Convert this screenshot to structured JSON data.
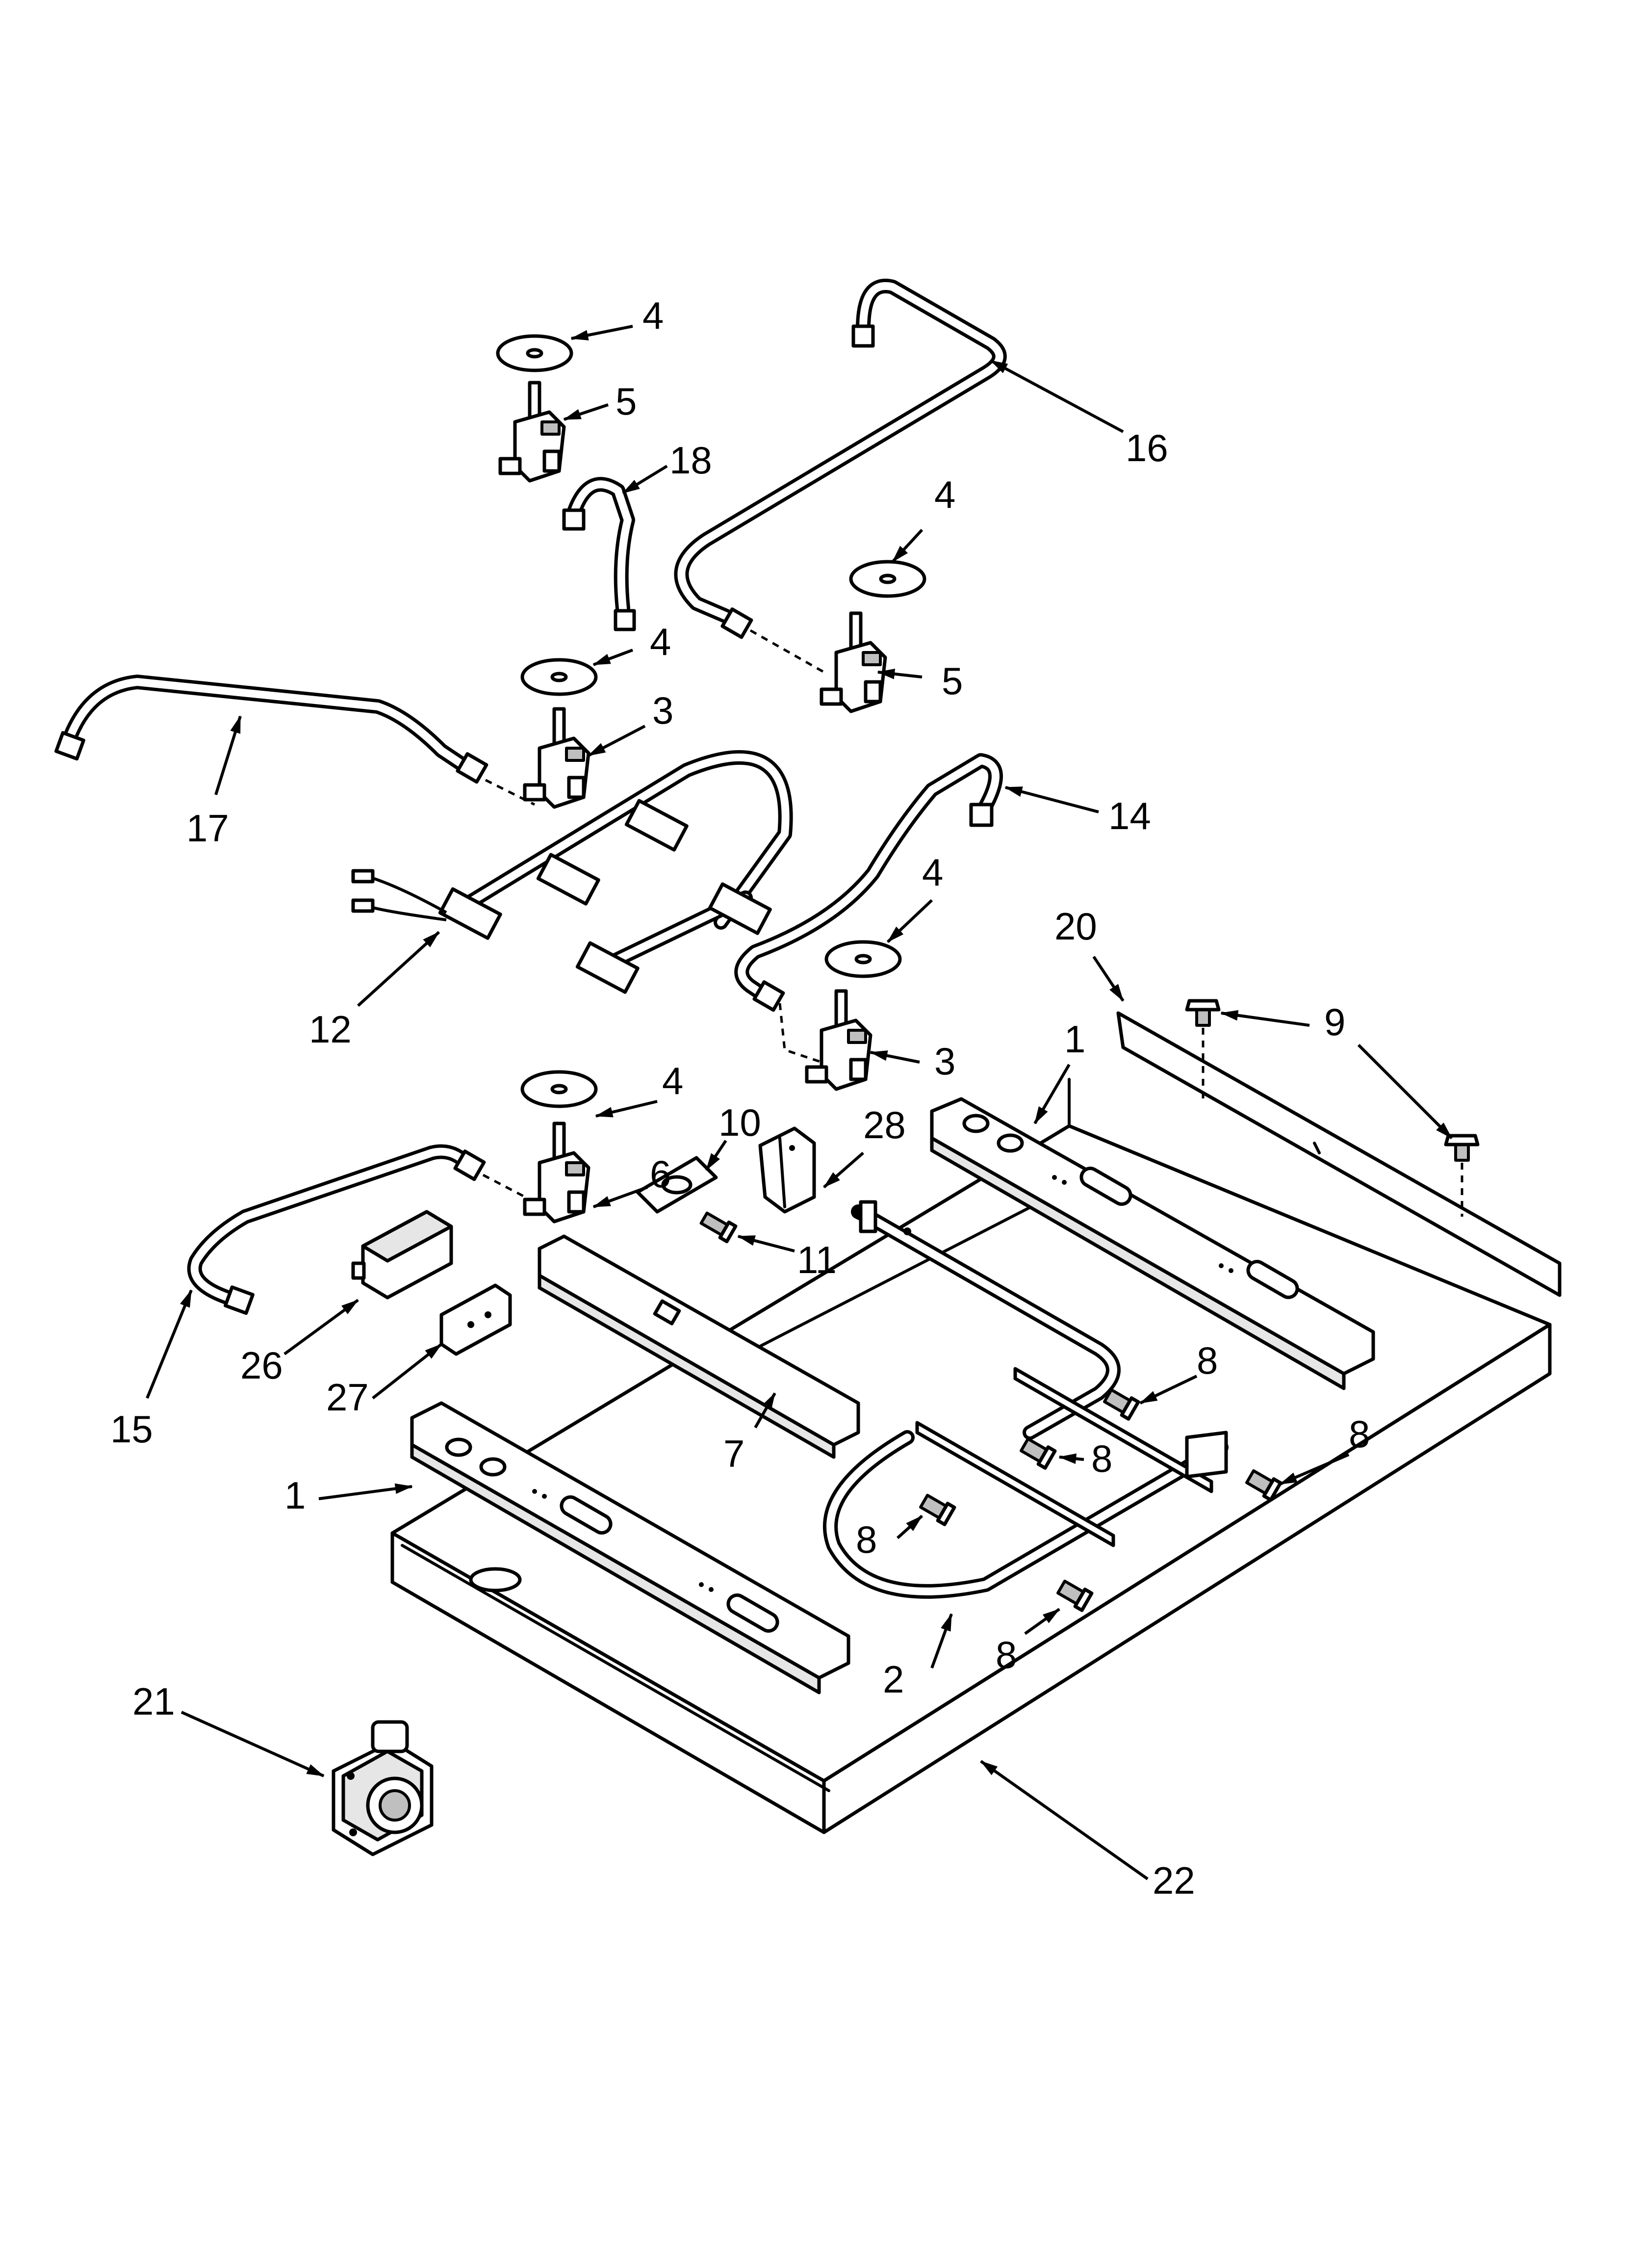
{
  "diagram": {
    "callouts": [
      {
        "id": "c4a",
        "label": "4"
      },
      {
        "id": "c5a",
        "label": "5"
      },
      {
        "id": "c18",
        "label": "18"
      },
      {
        "id": "c16",
        "label": "16"
      },
      {
        "id": "c4b",
        "label": "4"
      },
      {
        "id": "c5b",
        "label": "5"
      },
      {
        "id": "c4c",
        "label": "4"
      },
      {
        "id": "c3a",
        "label": "3"
      },
      {
        "id": "c17",
        "label": "17"
      },
      {
        "id": "c14",
        "label": "14"
      },
      {
        "id": "c4d",
        "label": "4"
      },
      {
        "id": "c12",
        "label": "12"
      },
      {
        "id": "c20",
        "label": "20"
      },
      {
        "id": "c9",
        "label": "9"
      },
      {
        "id": "c1a",
        "label": "1"
      },
      {
        "id": "c3b",
        "label": "3"
      },
      {
        "id": "c4e",
        "label": "4"
      },
      {
        "id": "c10",
        "label": "10"
      },
      {
        "id": "c28",
        "label": "28"
      },
      {
        "id": "c6",
        "label": "6"
      },
      {
        "id": "c11",
        "label": "11"
      },
      {
        "id": "c8a",
        "label": "8"
      },
      {
        "id": "c8b",
        "label": "8"
      },
      {
        "id": "c8c",
        "label": "8"
      },
      {
        "id": "c8d",
        "label": "8"
      },
      {
        "id": "c8e",
        "label": "8"
      },
      {
        "id": "c26",
        "label": "26"
      },
      {
        "id": "c27",
        "label": "27"
      },
      {
        "id": "c15",
        "label": "15"
      },
      {
        "id": "c7",
        "label": "7"
      },
      {
        "id": "c1b",
        "label": "1"
      },
      {
        "id": "c2",
        "label": "2"
      },
      {
        "id": "c21",
        "label": "21"
      },
      {
        "id": "c22",
        "label": "22"
      }
    ]
  }
}
